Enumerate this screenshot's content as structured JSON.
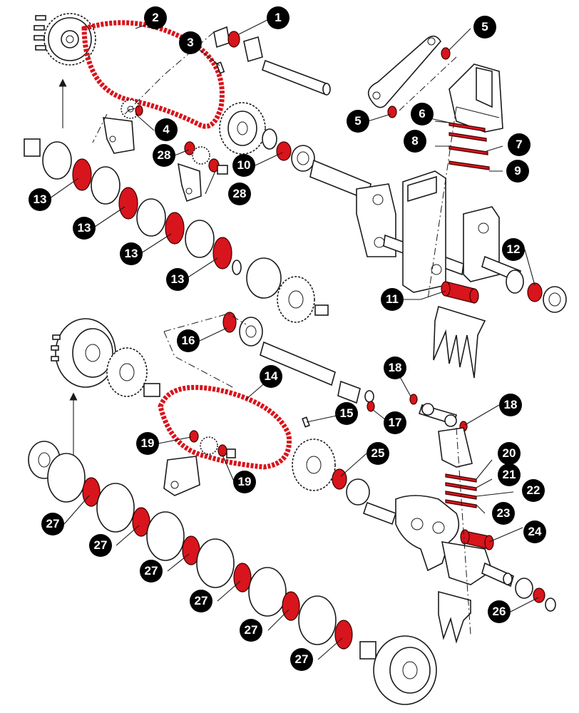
{
  "callouts": [
    {
      "id": "c1",
      "label": "1"
    },
    {
      "id": "c2",
      "label": "2"
    },
    {
      "id": "c3",
      "label": "3"
    },
    {
      "id": "c4",
      "label": "4"
    },
    {
      "id": "c5a",
      "label": "5"
    },
    {
      "id": "c5b",
      "label": "5"
    },
    {
      "id": "c6",
      "label": "6"
    },
    {
      "id": "c7",
      "label": "7"
    },
    {
      "id": "c8",
      "label": "8"
    },
    {
      "id": "c9",
      "label": "9"
    },
    {
      "id": "c10",
      "label": "10"
    },
    {
      "id": "c11",
      "label": "11"
    },
    {
      "id": "c12",
      "label": "12"
    },
    {
      "id": "c13a",
      "label": "13"
    },
    {
      "id": "c13b",
      "label": "13"
    },
    {
      "id": "c13c",
      "label": "13"
    },
    {
      "id": "c13d",
      "label": "13"
    },
    {
      "id": "c14",
      "label": "14"
    },
    {
      "id": "c15",
      "label": "15"
    },
    {
      "id": "c16",
      "label": "16"
    },
    {
      "id": "c17",
      "label": "17"
    },
    {
      "id": "c18a",
      "label": "18"
    },
    {
      "id": "c18b",
      "label": "18"
    },
    {
      "id": "c19a",
      "label": "19"
    },
    {
      "id": "c19b",
      "label": "19"
    },
    {
      "id": "c20",
      "label": "20"
    },
    {
      "id": "c21",
      "label": "21"
    },
    {
      "id": "c22",
      "label": "22"
    },
    {
      "id": "c23",
      "label": "23"
    },
    {
      "id": "c24",
      "label": "24"
    },
    {
      "id": "c25",
      "label": "25"
    },
    {
      "id": "c26",
      "label": "26"
    },
    {
      "id": "c27a",
      "label": "27"
    },
    {
      "id": "c27b",
      "label": "27"
    },
    {
      "id": "c27c",
      "label": "27"
    },
    {
      "id": "c27d",
      "label": "27"
    },
    {
      "id": "c27e",
      "label": "27"
    },
    {
      "id": "c27f",
      "label": "27"
    },
    {
      "id": "c28a",
      "label": "28"
    },
    {
      "id": "c28b",
      "label": "28"
    }
  ],
  "colors": {
    "highlight": "#d8141c",
    "outline": "#1a1a1a",
    "callout_bg": "#000000",
    "callout_text": "#ffffff"
  }
}
